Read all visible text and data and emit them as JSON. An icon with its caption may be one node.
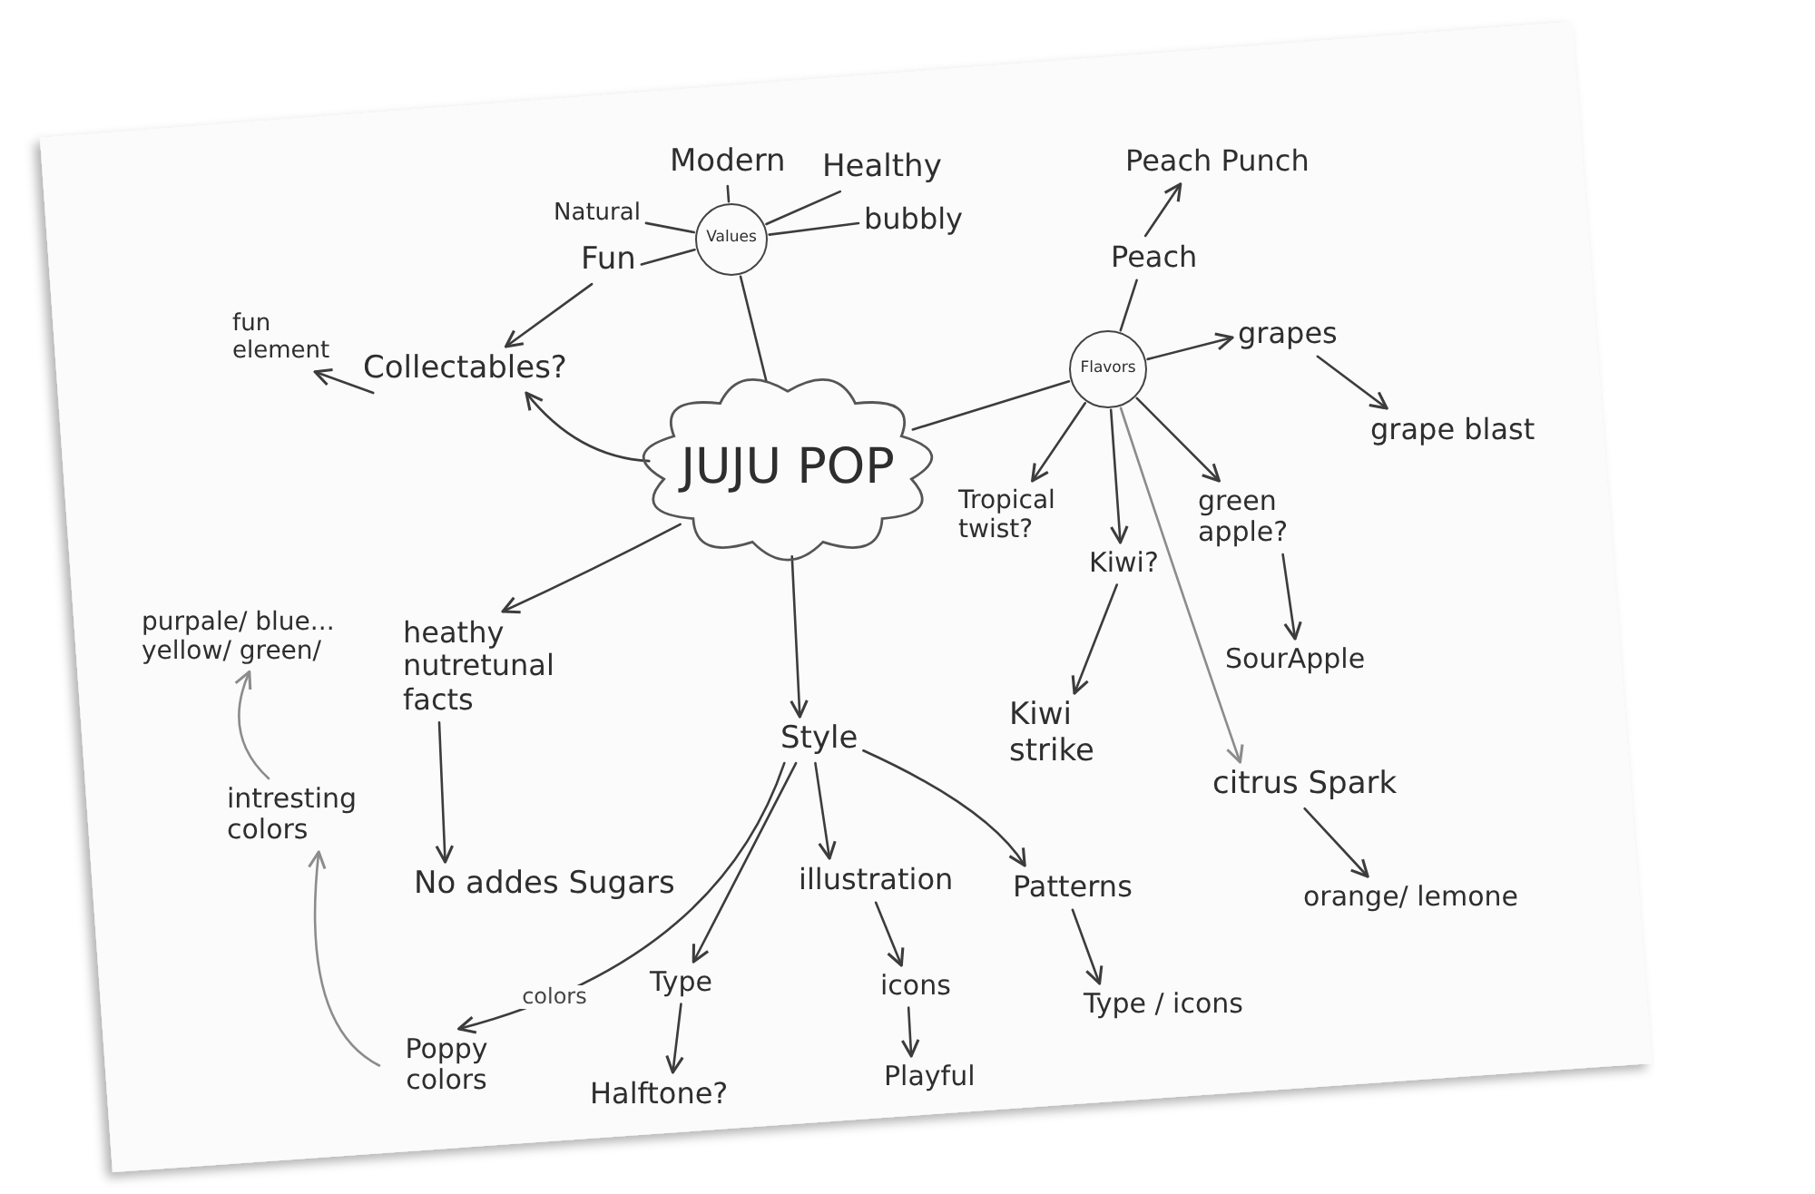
{
  "diagram": {
    "nodes": [
      {
        "text": [
          "JUJU POP"
        ]
      },
      {
        "text": [
          "Values"
        ]
      },
      {
        "text": [
          "Natural"
        ]
      },
      {
        "text": [
          "Modern"
        ]
      },
      {
        "text": [
          "Healthy"
        ]
      },
      {
        "text": [
          "bubbly"
        ]
      },
      {
        "text": [
          "Fun"
        ]
      },
      {
        "text": [
          "Collectables?"
        ]
      },
      {
        "text": [
          "fun element"
        ]
      },
      {
        "text": [
          "Flavors"
        ]
      },
      {
        "text": [
          "Peach"
        ]
      },
      {
        "text": [
          "Peach Punch"
        ]
      },
      {
        "text": [
          "grapes"
        ]
      },
      {
        "text": [
          "grape blast"
        ]
      },
      {
        "text": [
          "Tropical twist?"
        ]
      },
      {
        "text": [
          "Kiwi?"
        ]
      },
      {
        "text": [
          "Kiwi strike"
        ]
      },
      {
        "text": [
          "green apple?"
        ]
      },
      {
        "text": [
          "SourApple"
        ]
      },
      {
        "text": [
          "citrus Spark"
        ]
      },
      {
        "text": [
          "orange/ lemone"
        ]
      },
      {
        "text": [
          "heathy nutretunal facts"
        ]
      },
      {
        "text": [
          "No addes Sugars"
        ]
      },
      {
        "text": [
          "purpale/ blue... yellow/ green/"
        ]
      },
      {
        "text": [
          "intresting colors"
        ]
      },
      {
        "text": [
          "Style"
        ]
      },
      {
        "text": [
          "illustration"
        ]
      },
      {
        "text": [
          "Patterns"
        ]
      },
      {
        "text": [
          "icons"
        ]
      },
      {
        "text": [
          "Playful"
        ]
      },
      {
        "text": [
          "Type / icons"
        ]
      },
      {
        "text": [
          "Type"
        ]
      },
      {
        "text": [
          "Halftone?"
        ]
      },
      {
        "text": [
          "Poppy colors"
        ]
      }
    ],
    "edges": [
      {
        "from": 0,
        "to": 1,
        "arrow": "none"
      },
      {
        "from": 1,
        "to": 2,
        "arrow": "none"
      },
      {
        "from": 1,
        "to": 3,
        "arrow": "none"
      },
      {
        "from": 1,
        "to": 4,
        "arrow": "none"
      },
      {
        "from": 1,
        "to": 5,
        "arrow": "none"
      },
      {
        "from": 1,
        "to": 6,
        "arrow": "none"
      },
      {
        "from": 6,
        "to": 7,
        "arrow": "to"
      },
      {
        "from": 0,
        "to": 7,
        "arrow": "to"
      },
      {
        "from": 7,
        "to": 8,
        "arrow": "to"
      },
      {
        "from": 0,
        "to": 9,
        "arrow": "none"
      },
      {
        "from": 9,
        "to": 10,
        "arrow": "none"
      },
      {
        "from": 10,
        "to": 11,
        "arrow": "to"
      },
      {
        "from": 9,
        "to": 12,
        "arrow": "to"
      },
      {
        "from": 12,
        "to": 13,
        "arrow": "to"
      },
      {
        "from": 9,
        "to": 14,
        "arrow": "to"
      },
      {
        "from": 9,
        "to": 15,
        "arrow": "to"
      },
      {
        "from": 9,
        "to": 17,
        "arrow": "to"
      },
      {
        "from": 9,
        "to": 19,
        "arrow": "to",
        "color": "#8c8c8c"
      },
      {
        "from": 15,
        "to": 16,
        "arrow": "to"
      },
      {
        "from": 17,
        "to": 18,
        "arrow": "to"
      },
      {
        "from": 19,
        "to": 20,
        "arrow": "to"
      },
      {
        "from": 0,
        "to": 21,
        "arrow": "to"
      },
      {
        "from": 21,
        "to": 22,
        "arrow": "to"
      },
      {
        "from": 0,
        "to": 25,
        "arrow": "to"
      },
      {
        "from": 25,
        "to": 26,
        "arrow": "to"
      },
      {
        "from": 25,
        "to": 27,
        "arrow": "to"
      },
      {
        "from": 25,
        "to": 31,
        "arrow": "to"
      },
      {
        "from": 25,
        "to": 33,
        "arrow": "to",
        "label": "colors"
      },
      {
        "from": 26,
        "to": 28,
        "arrow": "to"
      },
      {
        "from": 28,
        "to": 29,
        "arrow": "to"
      },
      {
        "from": 27,
        "to": 30,
        "arrow": "to"
      },
      {
        "from": 31,
        "to": 32,
        "arrow": "to"
      },
      {
        "from": 33,
        "to": 24,
        "arrow": "to",
        "color": "#8c8c8c"
      },
      {
        "from": 24,
        "to": 23,
        "arrow": "to",
        "color": "#8c8c8c"
      }
    ]
  }
}
